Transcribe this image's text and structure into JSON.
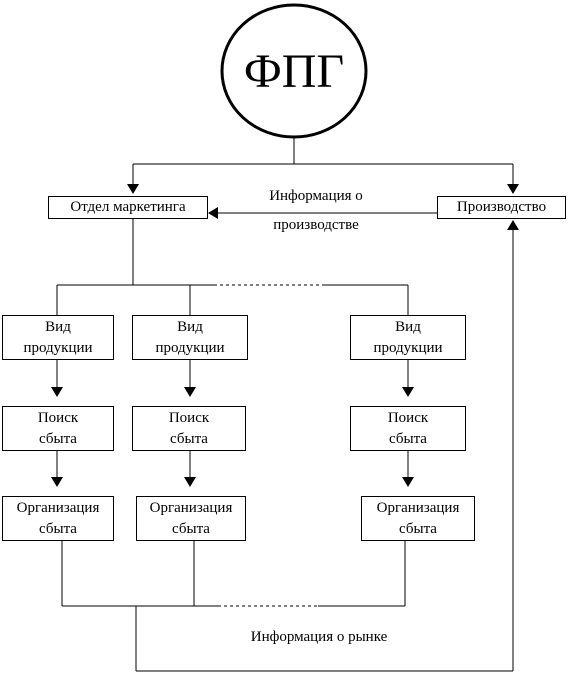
{
  "root": {
    "label": "ФПГ"
  },
  "marketing": {
    "label": "Отдел маркетинга"
  },
  "production": {
    "label": "Производство"
  },
  "info_production": {
    "line1": "Информация о",
    "line2": "производстве"
  },
  "info_market": {
    "label": "Информация о рынке"
  },
  "columns": [
    {
      "product": [
        "Вид",
        "продукции"
      ],
      "search": [
        "Поиск",
        "сбыта"
      ],
      "org": [
        "Организация",
        "сбыта"
      ]
    },
    {
      "product": [
        "Вид",
        "продукции"
      ],
      "search": [
        "Поиск",
        "сбыта"
      ],
      "org": [
        "Организация",
        "сбыта"
      ]
    },
    {
      "product": [
        "Вид",
        "продукции"
      ],
      "search": [
        "Поиск",
        "сбыта"
      ],
      "org": [
        "Организация",
        "сбыта"
      ]
    }
  ]
}
